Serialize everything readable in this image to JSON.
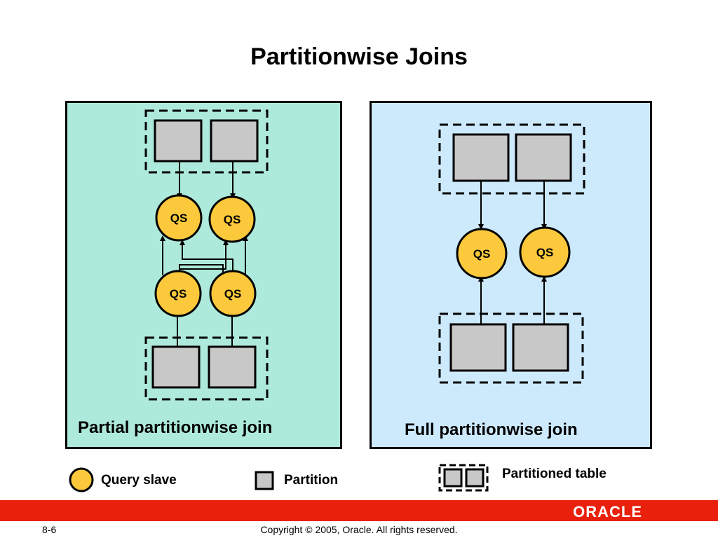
{
  "title": "Partitionwise Joins",
  "panels": {
    "left": {
      "caption": "Partial partitionwise join"
    },
    "right": {
      "caption": "Full partitionwise join"
    }
  },
  "node_label": "QS",
  "legend": {
    "query_slave": "Query slave",
    "partition": "Partition",
    "partitioned_table": "Partitioned table"
  },
  "colors": {
    "left_panel": "#aeeadb",
    "right_panel": "#cde9fc",
    "query_slave": "#fdc93c",
    "partition": "#c8c8c8",
    "footer_bar": "#e8200c"
  },
  "footer": {
    "brand": "ORACLE",
    "page": "8-6",
    "copyright": "Copyright © 2005, Oracle. All rights reserved."
  }
}
